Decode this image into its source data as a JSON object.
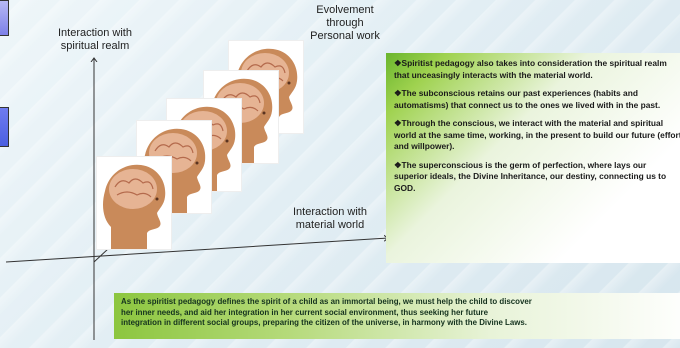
{
  "diagram": {
    "labels": {
      "spiritual_axis": "Interaction with\nspiritual realm",
      "evolvement_axis": "Evolvement\nthrough\nPersonal work",
      "material_axis": "Interaction with\nmaterial world"
    },
    "head_images": [
      "head-brain-image-1",
      "head-brain-image-2",
      "head-brain-image-3",
      "head-brain-image-4",
      "head-brain-image-5"
    ]
  },
  "info_box": {
    "paragraphs": [
      "❖Spiritist pedagogy also takes into consideration the spiritual realm that unceasingly interacts with the material world.",
      "❖The subconscious retains our past experiences (habits and automatisms) that connect us to the ones we lived with in the past.",
      "❖Through the conscious, we interact with the material and spiritual world at the same time, working, in the present to build our future (effort and willpower).",
      "❖The superconscious is the germ of perfection, where lays our superior ideals, the Divine Inheritance, our destiny, connecting us to GOD."
    ]
  },
  "bottom_box": {
    "lines": [
      "As the spiritist pedagogy defines the spirit of a child as an immortal being, we must help the child to discover",
      "her inner needs, and aid her integration in her current social environment, thus  seeking her future",
      "integration in different social groups, preparing the citizen of the universe, in harmony with the Divine Laws."
    ]
  },
  "colors": {
    "accent_green": "#8cc63f",
    "tab_blue": "#7d80e8"
  }
}
